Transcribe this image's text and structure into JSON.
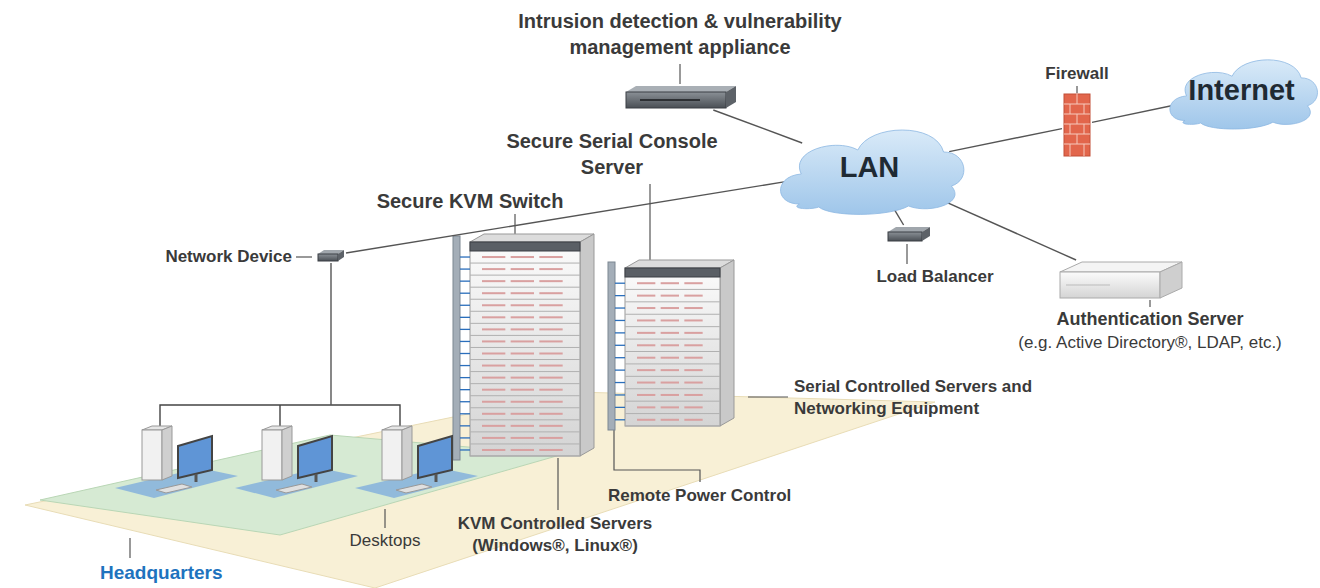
{
  "diagram": {
    "nodes": [
      {
        "text": [
          "Intrusion detection & vulnerability management appliance"
        ]
      },
      {
        "text": [
          "Firewall"
        ]
      },
      {
        "text": [
          "Internet"
        ]
      },
      {
        "text": [
          "LAN"
        ]
      },
      {
        "text": [
          "Network Device"
        ]
      },
      {
        "text": [
          "Load Balancer"
        ]
      },
      {
        "text": [
          "Authentication Server",
          "(e.g. Active Directory®, LDAP, etc.)"
        ]
      },
      {
        "text": [
          "Desktops"
        ]
      }
    ],
    "edges": [
      {
        "from": 3,
        "to": 0,
        "arrow": "none"
      },
      {
        "from": 3,
        "to": 1,
        "arrow": "none"
      },
      {
        "from": 1,
        "to": 2,
        "arrow": "none"
      },
      {
        "from": 3,
        "to": 5,
        "arrow": "none"
      },
      {
        "from": 3,
        "to": 6,
        "arrow": "none"
      },
      {
        "from": 3,
        "to": 4,
        "arrow": "none"
      },
      {
        "from": 4,
        "to": 7,
        "arrow": "none"
      }
    ],
    "labels": [
      "Secure Serial Console Server",
      "Secure KVM Switch",
      "Serial Controlled Servers and Networking Equipment",
      "Remote Power Control",
      "KVM Controlled Servers (Windows®, Linux®)",
      "Headquarters"
    ]
  }
}
